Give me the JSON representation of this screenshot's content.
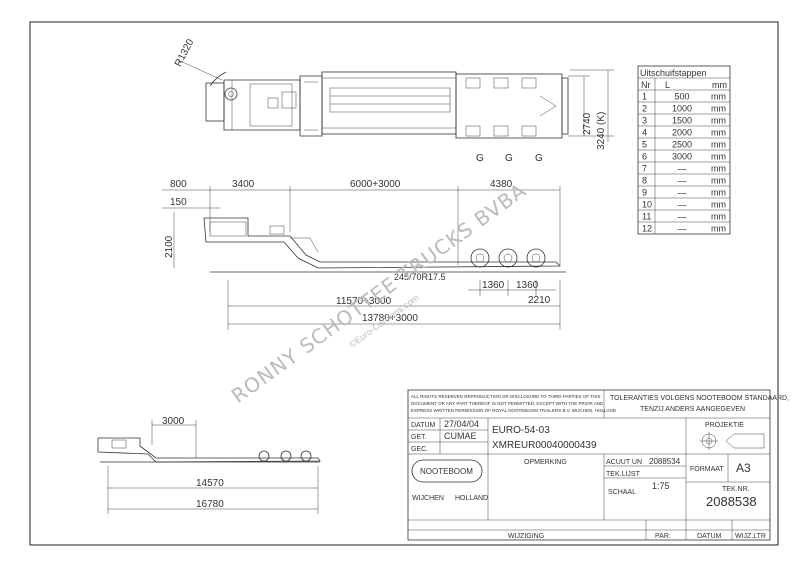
{
  "dimensions": {
    "radius": "R1320",
    "width_2740": "2740",
    "width_3240": "3240 (K)",
    "d800": "800",
    "d3400": "3400",
    "d6000": "6000+3000",
    "d4380": "4380",
    "d150": "150",
    "d2100": "2100",
    "d1360a": "1360",
    "d1360b": "1360",
    "d2210": "2210",
    "d11570": "11570+3000",
    "d13780": "13780+3000",
    "tires": "245/70R17.5",
    "d3000": "3000",
    "d14570": "14570",
    "d16780": "16780",
    "axle_labels": [
      "G",
      "G",
      "G"
    ]
  },
  "uitschuif": {
    "title": "Uitschuifstappen",
    "headers": [
      "Nr",
      "L",
      "mm"
    ],
    "rows": [
      {
        "nr": "1",
        "l": "500",
        "unit": "mm"
      },
      {
        "nr": "2",
        "l": "1000",
        "unit": "mm"
      },
      {
        "nr": "3",
        "l": "1500",
        "unit": "mm"
      },
      {
        "nr": "4",
        "l": "2000",
        "unit": "mm"
      },
      {
        "nr": "5",
        "l": "2500",
        "unit": "mm"
      },
      {
        "nr": "6",
        "l": "3000",
        "unit": "mm"
      },
      {
        "nr": "7",
        "l": "—",
        "unit": "mm"
      },
      {
        "nr": "8",
        "l": "—",
        "unit": "mm"
      },
      {
        "nr": "9",
        "l": "—",
        "unit": "mm"
      },
      {
        "nr": "10",
        "l": "—",
        "unit": "mm"
      },
      {
        "nr": "11",
        "l": "—",
        "unit": "mm"
      },
      {
        "nr": "12",
        "l": "—",
        "unit": "mm"
      }
    ]
  },
  "title_block": {
    "rights_1": "ALL RIGHTS RESERVED REPRODUCTION OR DISCLOSURE TO THIRD PARTIES OF THIS",
    "rights_2": "DOCUMENT OR ANY PART THEREOF IS NOT PERMITTED, EXCEPT WITH THE PRIOR AND",
    "rights_3": "EXPRESS WRITTEN PERMISSION OF ROYAL NOOTEBOOM TRAILERS B.V. WIJCHEN, HOLLAND",
    "tol_1": "TOLERANTIES VOLGENS NOOTEBOOM STANDAARD,",
    "tol_2": "TENZIJ ANDERS AANGEGEVEN",
    "datum_label": "DATUM",
    "datum_value": "27/04/04",
    "get_label": "GET.",
    "get_value": "CUMAE",
    "gec_label": "GEC.",
    "drawing_title": "EURO-54-03",
    "drawing_code": "XMREUR00040000439",
    "projektie": "PROJEKTIE",
    "opmerking": "OPMERKING",
    "acuut_label": "ACUUT UN",
    "acuut_value": "2088534",
    "tekl_label": "TEK.LIJST",
    "schaal_label": "SCHAAL",
    "schaal_value": "1:75",
    "formaat_label": "FORMAAT",
    "formaat_value": "A3",
    "teknr_label": "TEK.NR.",
    "teknr_value": "2088538",
    "logo_text": "NOOTEBOOM",
    "wijchen": "WIJCHEN",
    "holland": "HOLLAND",
    "wijziging": "WIJZIGING",
    "par": "PAR.",
    "datum2": "DATUM",
    "wijz_ltr": "WIJZ.LTR"
  },
  "watermark": {
    "main": "RONNY SCHOTTEE TRUCKS BVBA",
    "small": "©Euro-Camions.com"
  }
}
